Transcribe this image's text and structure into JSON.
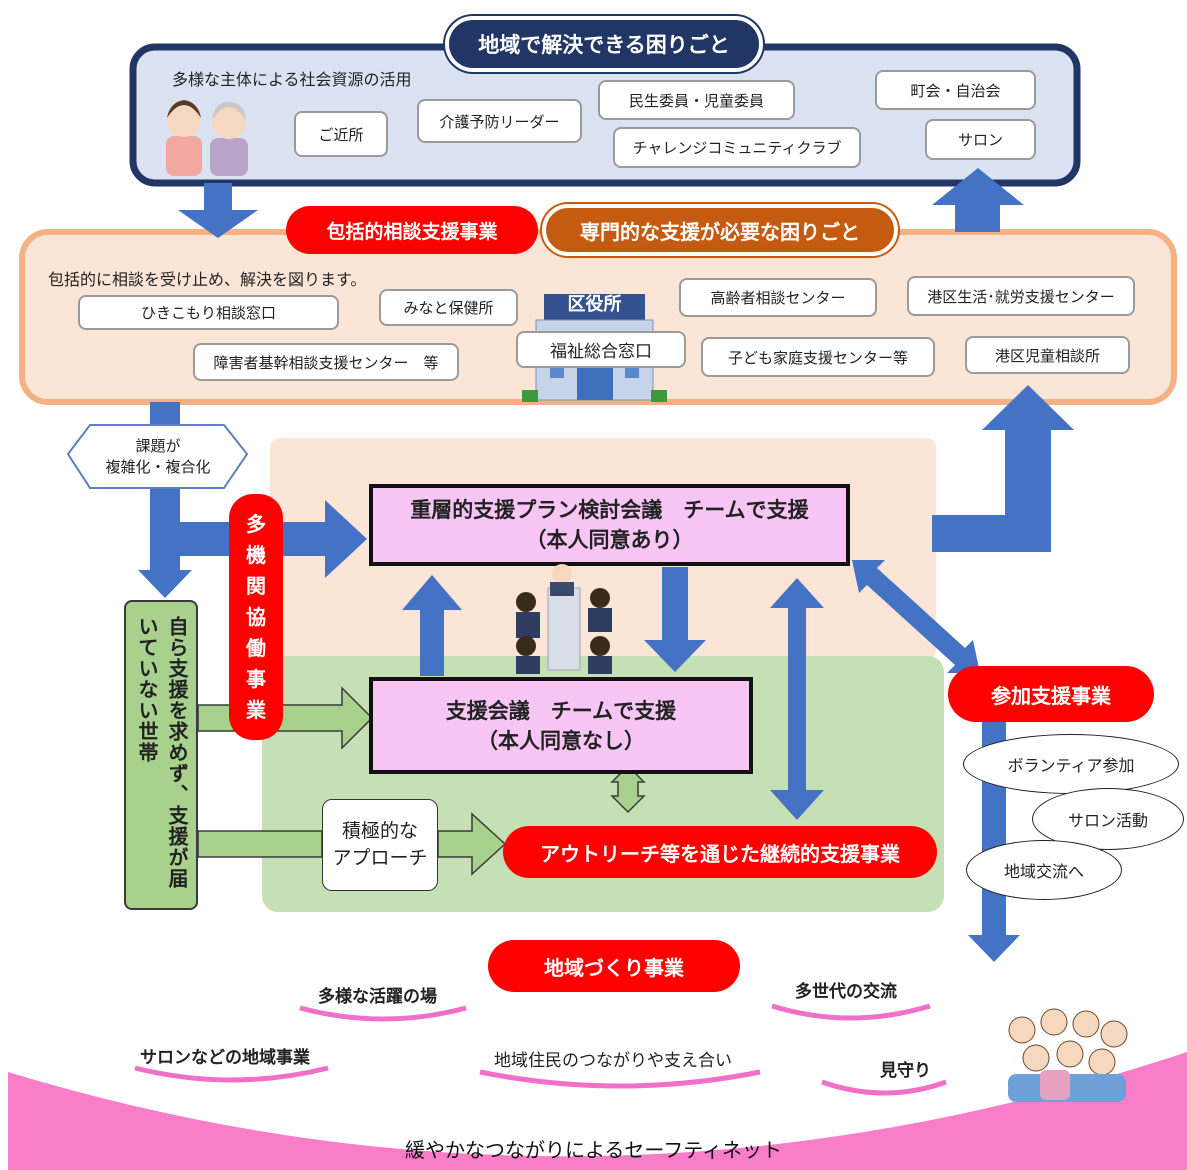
{
  "top": {
    "title": "地域で解決できる困りごと",
    "subtitle": "多様な主体による社会資源の活用",
    "items": [
      "ご近所",
      "介護予防リーダー",
      "民生委員・児童委員",
      "チャレンジコミュニティクラブ",
      "町会・自治会",
      "サロン"
    ]
  },
  "middle": {
    "badge_left": "包括的相談支援事業",
    "badge_right": "専門的な支援が必要な困りごと",
    "subtitle": "包括的に相談を受け止め、解決を図ります。",
    "items": [
      "ひきこもり相談窓口",
      "みなと保健所",
      "高齢者相談センター",
      "港区生活･就労支援センター",
      "障害者基幹相談支援センター　等",
      "福祉総合窓口",
      "子ども家庭支援センター等",
      "港区児童相談所"
    ],
    "building_sign": "区役所"
  },
  "flow": {
    "hex_label": "課題が\n複雑化・複合化",
    "vertical_badge": "多機関協働事業",
    "vertical_green": "自ら支援を求めず、支援が届いていない世帯",
    "plan_box": [
      "重層的支援プラン検討会議　チームで支援",
      "（本人同意あり）"
    ],
    "support_box": [
      "支援会議　チームで支援",
      "（本人同意なし）"
    ],
    "approach": "積極的な\nアプローチ",
    "outreach": "アウトリーチ等を通じた継続的支援事業",
    "participation": "参加支援事業",
    "bubbles": [
      "ボランティア参加",
      "サロン活動",
      "地域交流へ"
    ]
  },
  "bottom": {
    "badge": "地域づくり事業",
    "labels": [
      "多様な活躍の場",
      "多世代の交流",
      "サロンなどの地域事業",
      "地域住民のつながりや支え合い",
      "見守り"
    ],
    "net": "緩やかなつながりによるセーフティネット"
  }
}
